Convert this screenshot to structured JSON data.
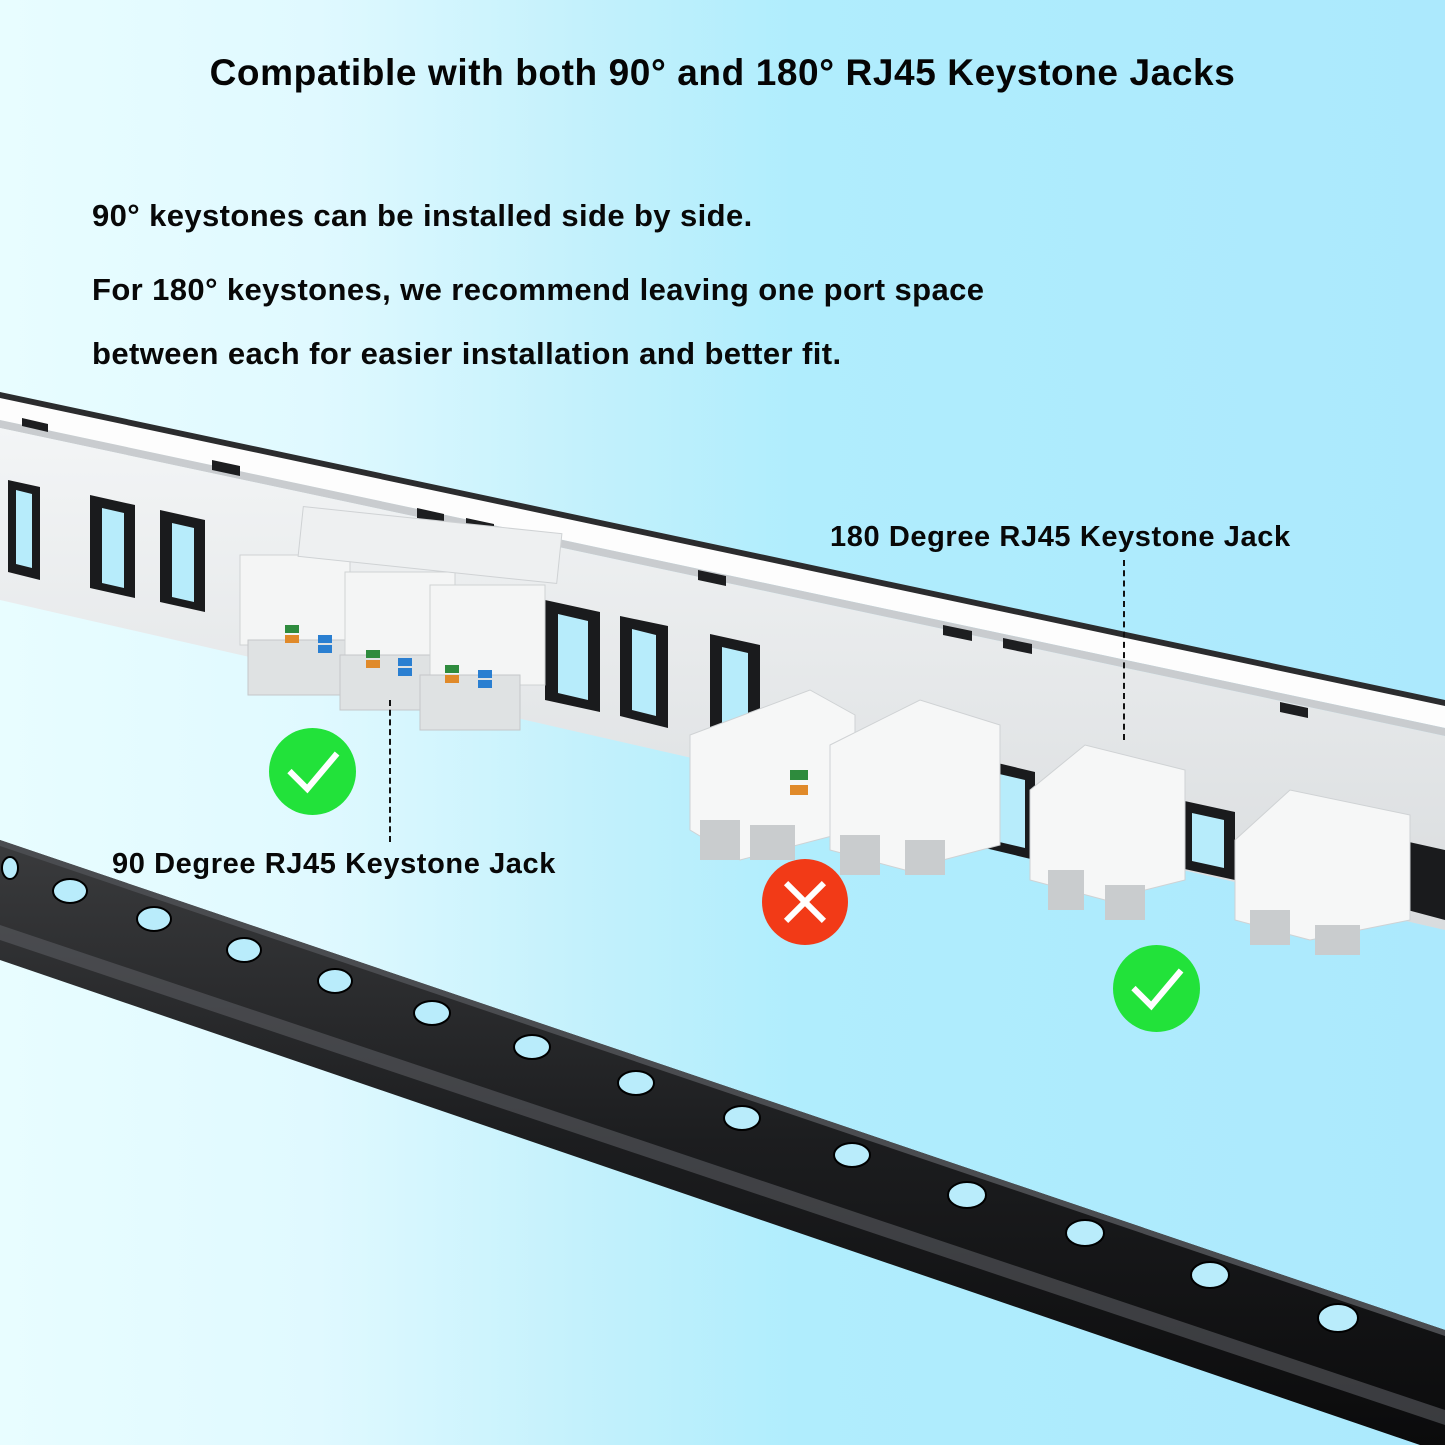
{
  "header": {
    "title": "Compatible with both 90° and 180° RJ45 Keystone Jacks"
  },
  "instructions": [
    "90° keystones can be installed side by side.",
    "For 180° keystones, we recommend leaving one port space",
    "between each for easier installation and better fit."
  ],
  "callouts": {
    "jack_180": "180 Degree RJ45 Keystone Jack",
    "jack_90": "90 Degree RJ45 Keystone Jack"
  },
  "indicators": [
    {
      "name": "check-90-side-by-side",
      "type": "check",
      "color": "#22e23a"
    },
    {
      "name": "cross-180-adjacent",
      "type": "cross",
      "color": "#f23a17"
    },
    {
      "name": "check-180-spaced",
      "type": "check",
      "color": "#22e23a"
    }
  ],
  "colors": {
    "background_left": "#e8fdff",
    "background_right": "#ace9fd",
    "panel_face": "#e6e9ea",
    "bar_black": "#1c1d1f",
    "jack_white": "#f4f5f5",
    "check_green": "#22e23a",
    "cross_red": "#f23a17"
  }
}
